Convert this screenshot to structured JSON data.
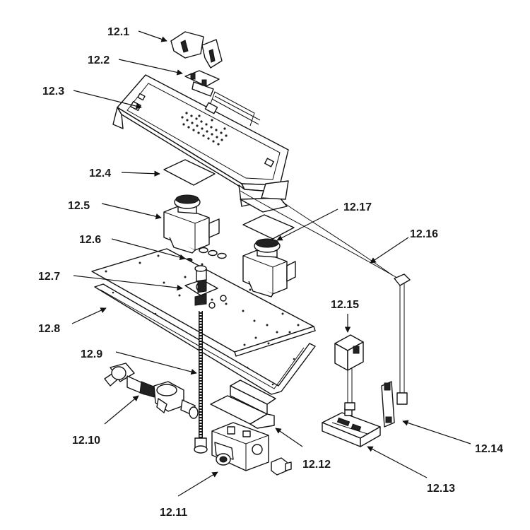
{
  "labels": {
    "p12_1": "12.1",
    "p12_2": "12.2",
    "p12_3": "12.3",
    "p12_4": "12.4",
    "p12_5": "12.5",
    "p12_6": "12.6",
    "p12_7": "12.7",
    "p12_8": "12.8",
    "p12_9": "12.9",
    "p12_10": "12.10",
    "p12_11": "12.11",
    "p12_12": "12.12",
    "p12_13": "12.13",
    "p12_14": "12.14",
    "p12_15": "12.15",
    "p12_16": "12.16",
    "p12_17": "12.17"
  }
}
